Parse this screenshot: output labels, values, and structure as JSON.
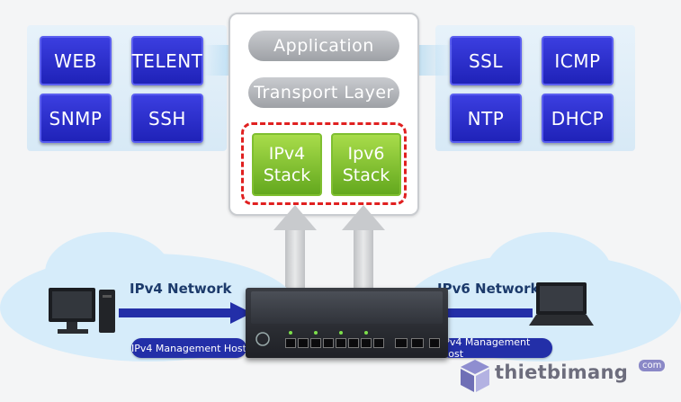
{
  "left_protocols": [
    "WEB",
    "TELENT",
    "SNMP",
    "SSH"
  ],
  "right_protocols": [
    "SSL",
    "ICMP",
    "NTP",
    "DHCP"
  ],
  "stack": {
    "application": "Application",
    "transport": "Transport Layer",
    "ipv4_line1": "IPv4",
    "ipv4_line2": "Stack",
    "ipv6_line1": "Ipv6",
    "ipv6_line2": "Stack"
  },
  "networks": {
    "left_label": "IPv4 Network",
    "right_label": "IPv6 Network",
    "left_host": "IPv4 Management Host",
    "right_host": "IPv4 Management Host"
  },
  "brand": {
    "name": "thietbimang",
    "suffix": "com"
  },
  "colors": {
    "protocol_box": "#2a2dc9",
    "stack_green": "#7cc02e",
    "dashed_border": "#e02020",
    "band": "#232fa8"
  }
}
